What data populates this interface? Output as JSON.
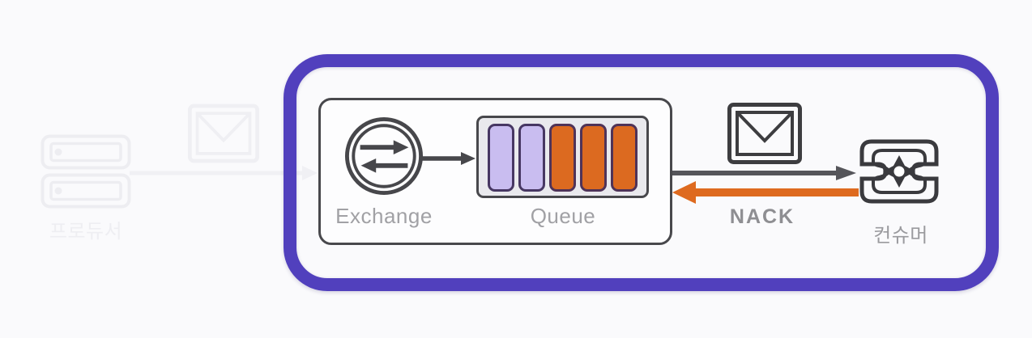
{
  "colors": {
    "frame_purple": "#5140bd",
    "nack_orange": "#de6a1f",
    "arrow_dark": "#55555a",
    "outline_dark": "#48484c",
    "label_gray": "#a1a1a5",
    "faded_gray": "#eeeef2"
  },
  "producer": {
    "label": "프로듀서"
  },
  "exchange": {
    "label": "Exchange"
  },
  "queue": {
    "label": "Queue",
    "bars": [
      "lavender",
      "lavender",
      "orange",
      "orange",
      "orange"
    ],
    "bar_colors": {
      "lavender": {
        "fill": "#c9bdf0",
        "border": "#473763"
      },
      "orange": {
        "fill": "#dc6a20",
        "border": "#4f3358"
      }
    }
  },
  "nack": {
    "label": "NACK"
  },
  "consumer": {
    "label": "컨슈머"
  }
}
